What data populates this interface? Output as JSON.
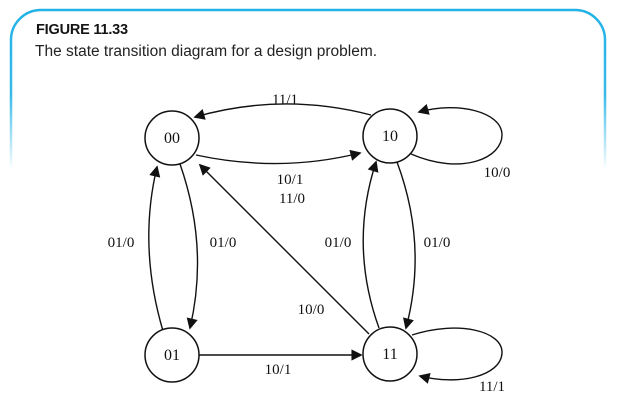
{
  "figure": {
    "label": "FIGURE 11.33",
    "caption": "The state transition diagram for a design problem."
  },
  "colors": {
    "frame_accent": "#22B2E6",
    "ink": "#111111",
    "background": "#FFFFFF"
  },
  "diagram": {
    "type": "state-transition-diagram",
    "states": [
      {
        "id": "00",
        "label": "00"
      },
      {
        "id": "10",
        "label": "10"
      },
      {
        "id": "01",
        "label": "01"
      },
      {
        "id": "11",
        "label": "11"
      }
    ],
    "transitions": [
      {
        "from": "10",
        "to": "00",
        "label": "11/1"
      },
      {
        "from": "00",
        "to": "10",
        "labels": [
          "10/1",
          "11/0"
        ]
      },
      {
        "from": "01",
        "to": "00",
        "label": "01/0"
      },
      {
        "from": "00",
        "to": "01",
        "label": "01/0"
      },
      {
        "from": "11",
        "to": "10",
        "label": "01/0"
      },
      {
        "from": "10",
        "to": "11",
        "label": "01/0"
      },
      {
        "from": "11",
        "to": "00",
        "label": "10/0"
      },
      {
        "from": "01",
        "to": "11",
        "label": "10/1"
      },
      {
        "from": "10",
        "to": "10",
        "label": "10/0"
      },
      {
        "from": "11",
        "to": "11",
        "label": "11/1"
      }
    ]
  }
}
